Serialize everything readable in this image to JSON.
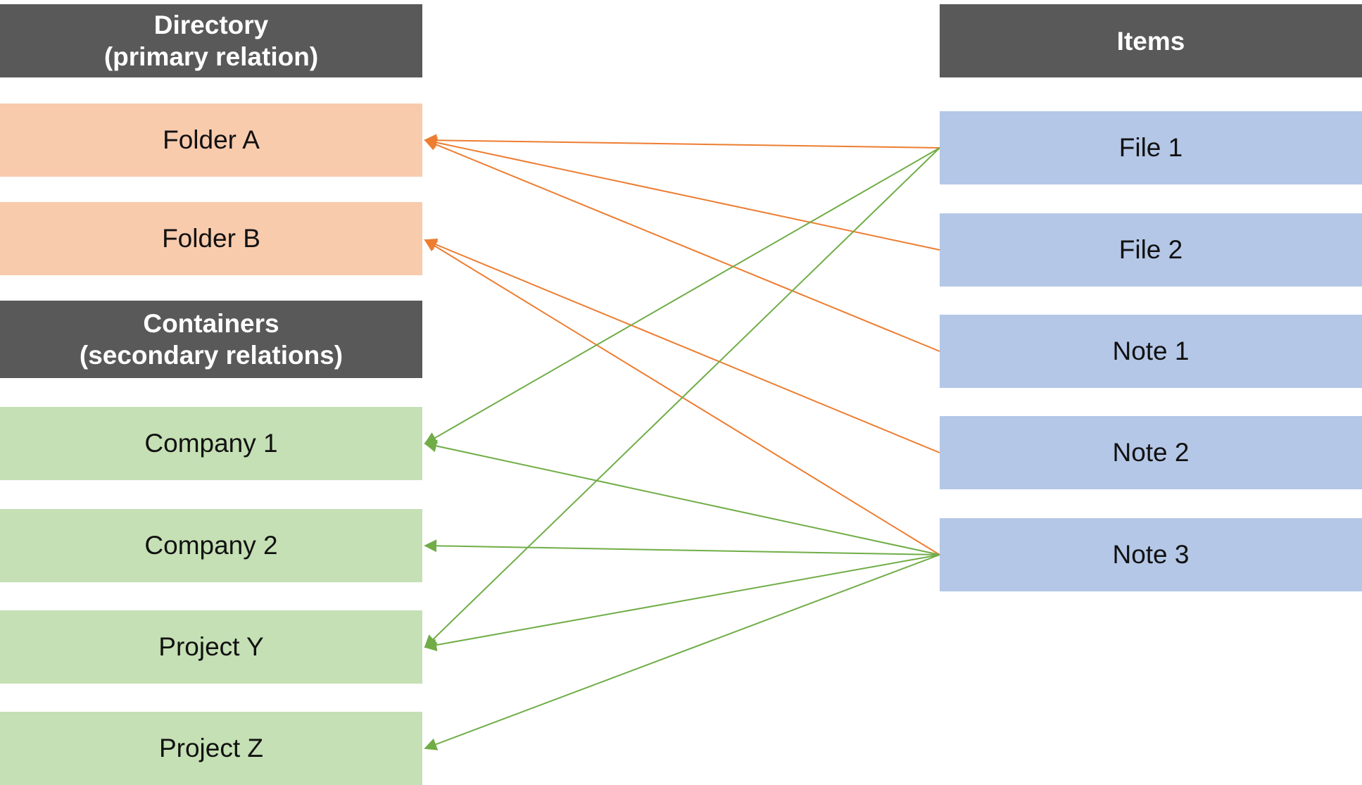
{
  "colors": {
    "header_bg": "#595959",
    "header_text": "#ffffff",
    "directory_bg": "#f8cbad",
    "container_bg": "#c5e0b4",
    "item_bg": "#b4c7e7",
    "primary_edge": "#ed7d31",
    "secondary_edge": "#70ad47"
  },
  "headers": {
    "directory": "Directory\n(primary relation)",
    "containers": "Containers\n(secondary relations)",
    "items": "Items"
  },
  "directory": [
    "Folder A",
    "Folder B"
  ],
  "containers": [
    "Company 1",
    "Company 2",
    "Project Y",
    "Project Z"
  ],
  "items": [
    "File 1",
    "File 2",
    "Note 1",
    "Note 2",
    "Note 3"
  ],
  "primary_relations": [
    {
      "from": "File 1",
      "to": "Folder A"
    },
    {
      "from": "File 2",
      "to": "Folder A"
    },
    {
      "from": "Note 1",
      "to": "Folder A"
    },
    {
      "from": "Note 2",
      "to": "Folder B"
    },
    {
      "from": "Note 3",
      "to": "Folder B"
    }
  ],
  "secondary_relations": [
    {
      "from": "File 1",
      "to": "Company 1"
    },
    {
      "from": "File 1",
      "to": "Project Y"
    },
    {
      "from": "Note 3",
      "to": "Company 1"
    },
    {
      "from": "Note 3",
      "to": "Company 2"
    },
    {
      "from": "Note 3",
      "to": "Project Y"
    },
    {
      "from": "Note 3",
      "to": "Project Z"
    }
  ]
}
